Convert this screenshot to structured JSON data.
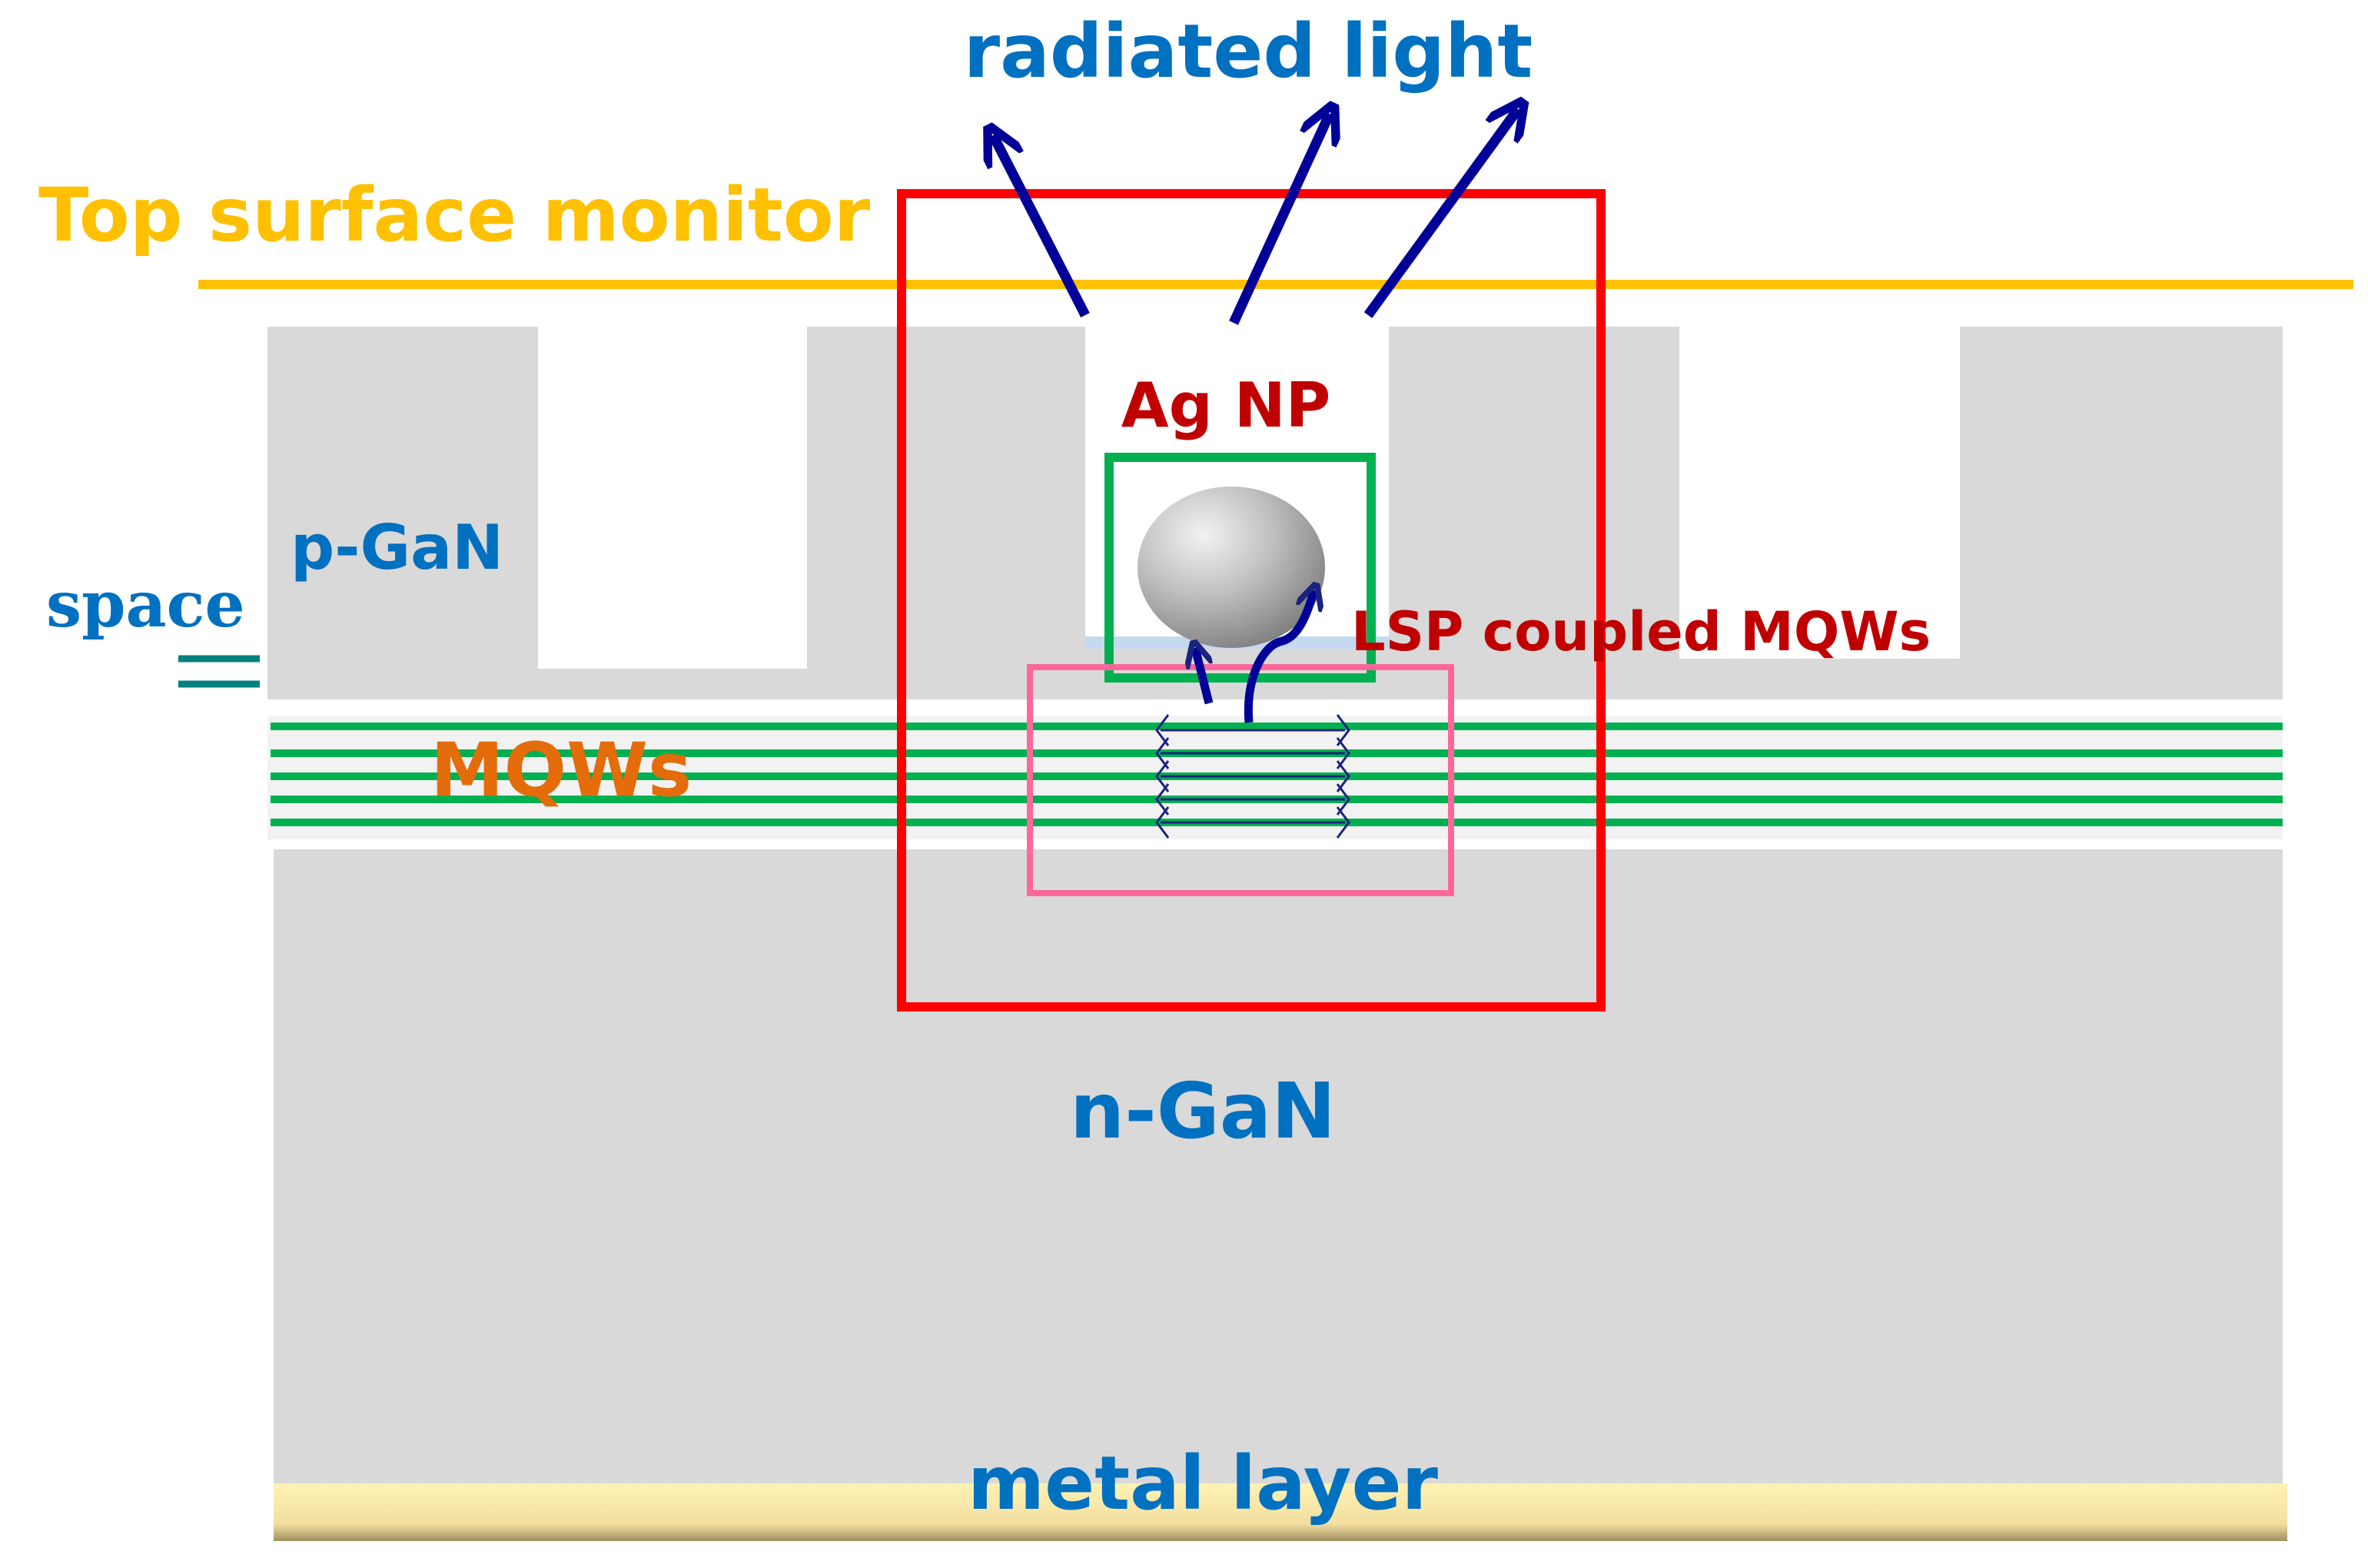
{
  "labels": {
    "radiated_light": "radiated light",
    "top_surface_monitor": "Top surface monitor",
    "ag_np": "Ag NP",
    "p_gan": "p-GaN",
    "space": "space",
    "lsp_coupled_mqws": "LSP coupled MQWs",
    "mqws": "MQWs",
    "n_gan": "n-GaN",
    "metal_layer": "metal layer"
  },
  "colors": {
    "semiconductor": "#d9d9d9",
    "monitor_line": "#ffc000",
    "monitor_text": "#ffc000",
    "label_blue": "#0070c0",
    "label_darkred": "#c00000",
    "mqw_text": "#e46c0a",
    "mqw_line": "#00b050",
    "arrow": "#000099",
    "red_box": "#ff0000",
    "green_box": "#00b050",
    "pink_box": "#ff6699",
    "metal": "#fff2b3",
    "teal": "#008080"
  }
}
